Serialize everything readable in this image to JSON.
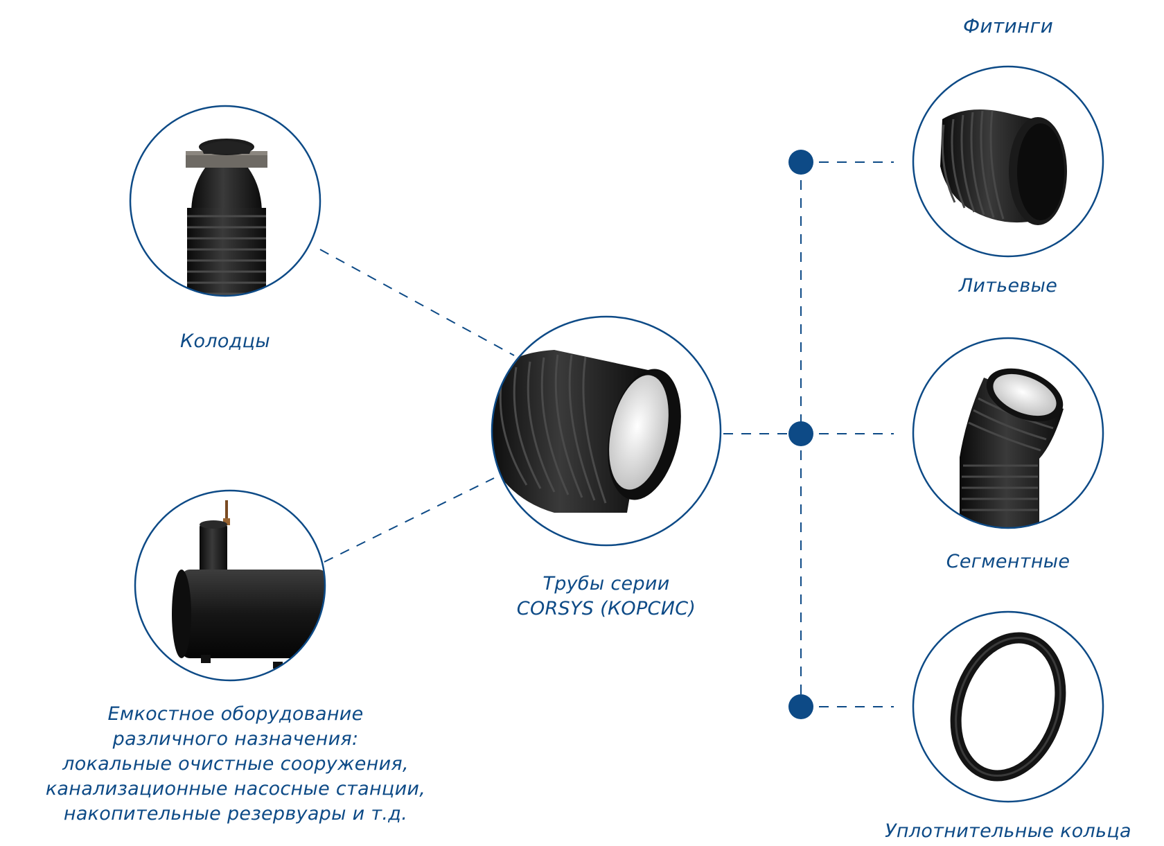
{
  "colors": {
    "primary": "#0d4a86",
    "product": "#111111",
    "background": "#ffffff"
  },
  "labels": {
    "fittings_title": "Фитинги",
    "wells": "Колодцы",
    "pipes_line1": "Трубы серии",
    "pipes_line2": "CORSYS (КОРСИС)",
    "cast": "Литьевые",
    "segment": "Сегментные",
    "rings": "Уплотнительные кольца",
    "tanks_line1": "Емкостное оборудование",
    "tanks_line2": "различного назначения:",
    "tanks_line3": "локальные очистные сооружения,",
    "tanks_line4": "канализационные насосные станции,",
    "tanks_line5": "накопительные резервуары и т.д."
  }
}
